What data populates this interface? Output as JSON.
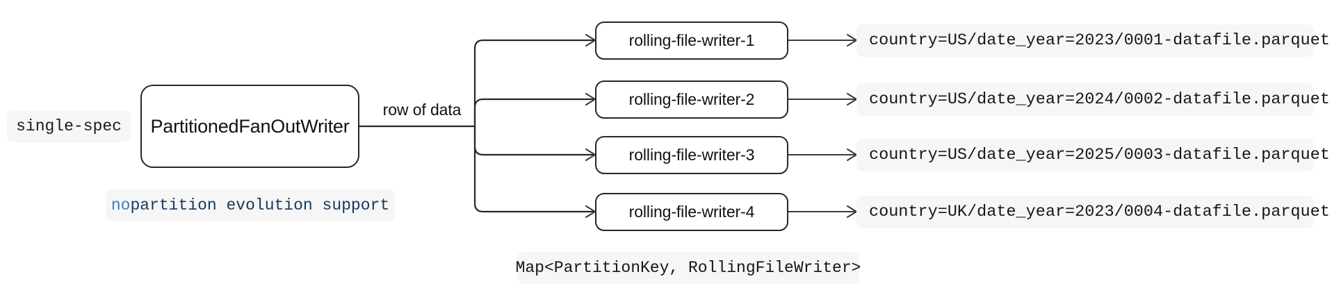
{
  "diagram": {
    "title": "PartitionedFanOutWriter fan-out diagram",
    "colors": {
      "background": "#ffffff",
      "stroke": "#26262b",
      "chip_background": "#f6f6f7",
      "code_keyword": "#3d7fbf",
      "code_text": "#16395e",
      "text": "#111114"
    },
    "spec_chip": {
      "label": "single-spec",
      "icon": "tag-icon"
    },
    "main_node": {
      "label": "PartitionedFanOutWriter"
    },
    "note_chip": {
      "keyword": "no",
      "rest": " partition evolution support",
      "full": "no partition evolution support"
    },
    "edge_label": {
      "label": "row of data"
    },
    "map_chip": {
      "label": "Map<PartitionKey, RollingFileWriter>"
    },
    "branches": [
      {
        "writer": "rolling-file-writer-1",
        "output": "country=US/date_year=2023/0001-datafile.parquet"
      },
      {
        "writer": "rolling-file-writer-2",
        "output": "country=US/date_year=2024/0002-datafile.parquet"
      },
      {
        "writer": "rolling-file-writer-3",
        "output": "country=US/date_year=2025/0003-datafile.parquet"
      },
      {
        "writer": "rolling-file-writer-4",
        "output": "country=UK/date_year=2023/0004-datafile.parquet"
      }
    ]
  }
}
